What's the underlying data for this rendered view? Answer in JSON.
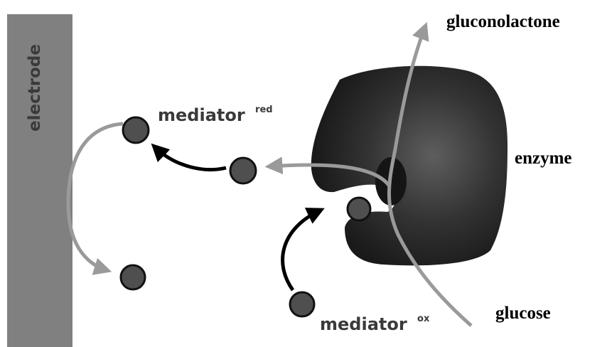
{
  "labels": {
    "electrode": "electrode",
    "mediator_red_base": "mediator",
    "mediator_red_sup": "red",
    "mediator_ox_base": "mediator",
    "mediator_ox_sup": "ox",
    "gluconolactone": "gluconolactone",
    "enzyme": "enzyme",
    "glucose": "glucose"
  },
  "colors": {
    "electrode": "#808080",
    "enzyme_dark": "#1e1e1e",
    "enzyme_light": "#5a5a5a",
    "mediator_fill": "#4f4f4f",
    "gray_arrow": "#9a9a9a",
    "black_arrow": "#000000"
  }
}
